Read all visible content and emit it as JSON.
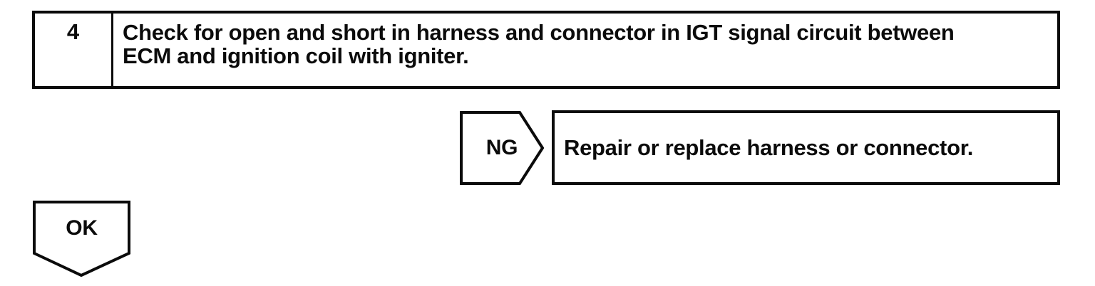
{
  "page": {
    "background": "#ffffff",
    "ink": "#0b0b0b"
  },
  "flowchart": {
    "step": {
      "number": "4",
      "instruction": "Check for open and short in harness and connector in IGT signal circuit between\nECM and ignition coil with igniter."
    },
    "ng_branch": {
      "label": "NG",
      "action": "Repair or replace harness or connector."
    },
    "ok_branch": {
      "label": "OK"
    }
  }
}
